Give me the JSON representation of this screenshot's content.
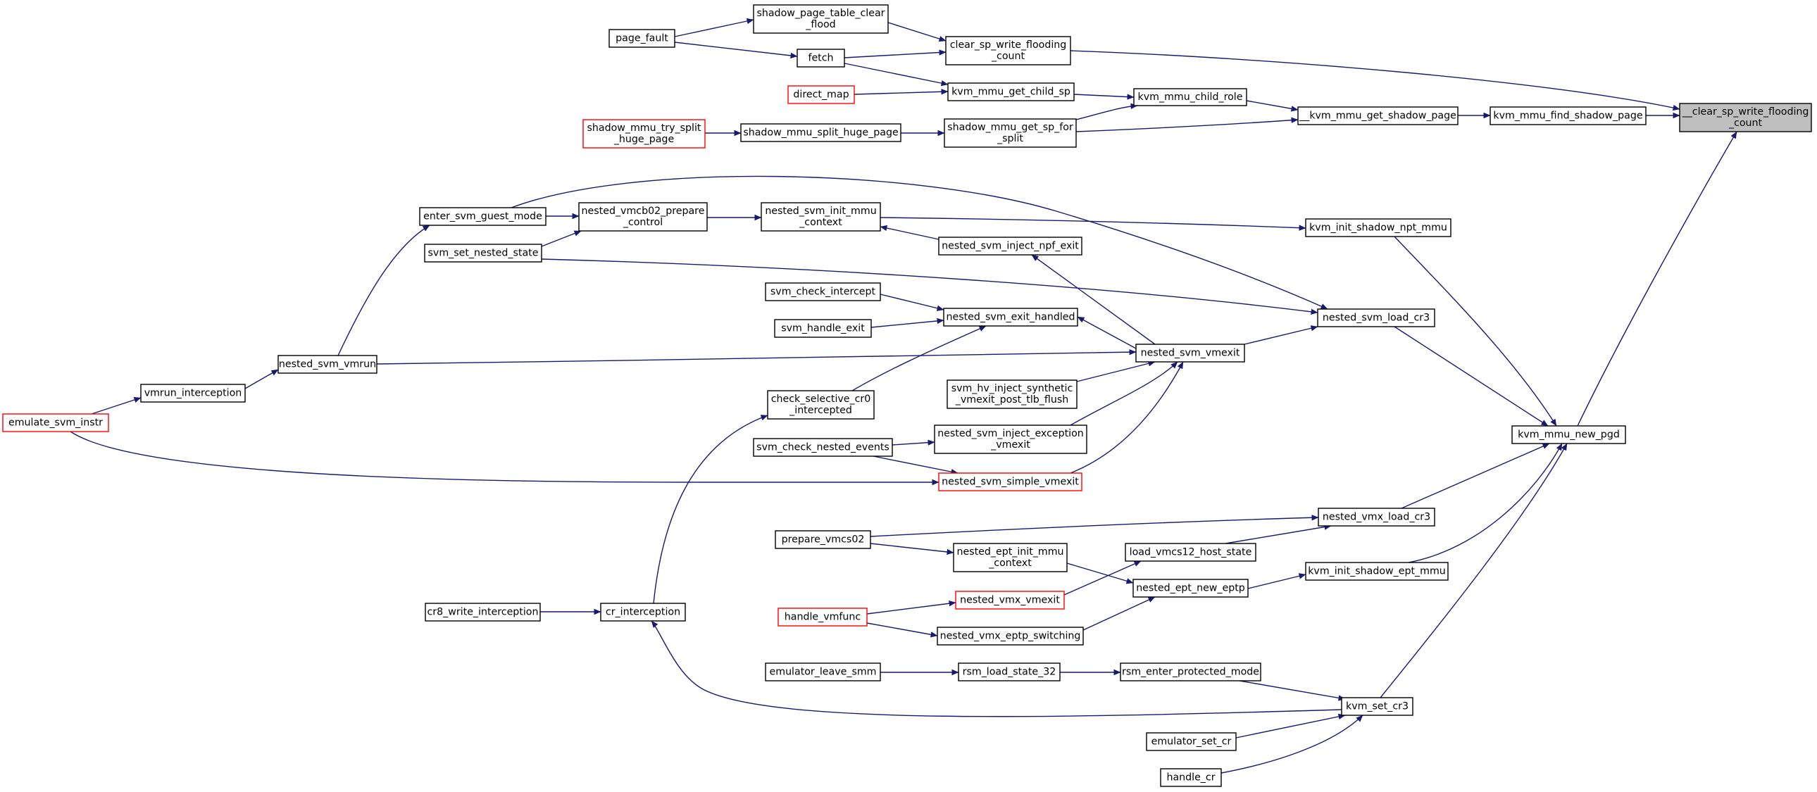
{
  "graph": {
    "colors": {
      "edge": "#191970",
      "box_border": "#000000",
      "truncated_border": "#ff0000",
      "highlight_fill": "#bfbfbf",
      "box_fill": "#ffffff"
    },
    "nodes": {
      "clear_sp_write_flooding_count_root": {
        "lines": [
          "__clear_sp_write_flooding",
          "_count"
        ],
        "style": "highlight"
      },
      "kvm_mmu_find_shadow_page": {
        "lines": [
          "kvm_mmu_find_shadow_page"
        ],
        "style": "normal"
      },
      "kvm_mmu_new_pgd": {
        "lines": [
          "kvm_mmu_new_pgd"
        ],
        "style": "normal"
      },
      "__kvm_mmu_get_shadow_page": {
        "lines": [
          "__kvm_mmu_get_shadow_page"
        ],
        "style": "normal"
      },
      "kvm_mmu_child_role": {
        "lines": [
          "kvm_mmu_child_role"
        ],
        "style": "normal"
      },
      "clear_sp_write_flooding_count": {
        "lines": [
          "clear_sp_write_flooding",
          "_count"
        ],
        "style": "normal"
      },
      "kvm_mmu_get_child_sp": {
        "lines": [
          "kvm_mmu_get_child_sp"
        ],
        "style": "normal"
      },
      "shadow_mmu_get_sp_for_split": {
        "lines": [
          "shadow_mmu_get_sp_for",
          "_split"
        ],
        "style": "normal"
      },
      "shadow_page_table_clear_flood": {
        "lines": [
          "shadow_page_table_clear",
          "_flood"
        ],
        "style": "normal"
      },
      "fetch": {
        "lines": [
          "fetch"
        ],
        "style": "normal"
      },
      "direct_map": {
        "lines": [
          "direct_map"
        ],
        "style": "truncated"
      },
      "shadow_mmu_split_huge_page": {
        "lines": [
          "shadow_mmu_split_huge_page"
        ],
        "style": "normal"
      },
      "page_fault": {
        "lines": [
          "page_fault"
        ],
        "style": "normal"
      },
      "shadow_mmu_try_split_huge_page": {
        "lines": [
          "shadow_mmu_try_split",
          "_huge_page"
        ],
        "style": "truncated"
      },
      "kvm_init_shadow_npt_mmu": {
        "lines": [
          "kvm_init_shadow_npt_mmu"
        ],
        "style": "normal"
      },
      "nested_svm_load_cr3": {
        "lines": [
          "nested_svm_load_cr3"
        ],
        "style": "normal"
      },
      "nested_vmx_load_cr3": {
        "lines": [
          "nested_vmx_load_cr3"
        ],
        "style": "normal"
      },
      "kvm_init_shadow_ept_mmu": {
        "lines": [
          "kvm_init_shadow_ept_mmu"
        ],
        "style": "normal"
      },
      "kvm_set_cr3": {
        "lines": [
          "kvm_set_cr3"
        ],
        "style": "normal"
      },
      "nested_svm_init_mmu_context": {
        "lines": [
          "nested_svm_init_mmu",
          "_context"
        ],
        "style": "normal"
      },
      "nested_vmcb02_prepare_control": {
        "lines": [
          "nested_vmcb02_prepare",
          "_control"
        ],
        "style": "normal"
      },
      "enter_svm_guest_mode": {
        "lines": [
          "enter_svm_guest_mode"
        ],
        "style": "normal"
      },
      "svm_set_nested_state": {
        "lines": [
          "svm_set_nested_state"
        ],
        "style": "normal"
      },
      "nested_svm_vmexit": {
        "lines": [
          "nested_svm_vmexit"
        ],
        "style": "normal"
      },
      "nested_svm_inject_npf_exit": {
        "lines": [
          "nested_svm_inject_npf_exit"
        ],
        "style": "normal"
      },
      "nested_svm_exit_handled": {
        "lines": [
          "nested_svm_exit_handled"
        ],
        "style": "normal"
      },
      "svm_check_intercept": {
        "lines": [
          "svm_check_intercept"
        ],
        "style": "normal"
      },
      "svm_handle_exit": {
        "lines": [
          "svm_handle_exit"
        ],
        "style": "normal"
      },
      "nested_svm_vmrun": {
        "lines": [
          "nested_svm_vmrun"
        ],
        "style": "normal"
      },
      "vmrun_interception": {
        "lines": [
          "vmrun_interception"
        ],
        "style": "normal"
      },
      "emulate_svm_instr": {
        "lines": [
          "emulate_svm_instr"
        ],
        "style": "truncated"
      },
      "svm_hv_inject_synthetic_vmexit_post_tlb_flush": {
        "lines": [
          "svm_hv_inject_synthetic",
          "_vmexit_post_tlb_flush"
        ],
        "style": "normal"
      },
      "check_selective_cr0_intercepted": {
        "lines": [
          "check_selective_cr0",
          "_intercepted"
        ],
        "style": "normal"
      },
      "nested_svm_inject_exception_vmexit": {
        "lines": [
          "nested_svm_inject_exception",
          "_vmexit"
        ],
        "style": "normal"
      },
      "svm_check_nested_events": {
        "lines": [
          "svm_check_nested_events"
        ],
        "style": "normal"
      },
      "nested_svm_simple_vmexit": {
        "lines": [
          "nested_svm_simple_vmexit"
        ],
        "style": "truncated"
      },
      "cr_interception": {
        "lines": [
          "cr_interception"
        ],
        "style": "normal"
      },
      "cr8_write_interception": {
        "lines": [
          "cr8_write_interception"
        ],
        "style": "normal"
      },
      "prepare_vmcs02": {
        "lines": [
          "prepare_vmcs02"
        ],
        "style": "normal"
      },
      "load_vmcs12_host_state": {
        "lines": [
          "load_vmcs12_host_state"
        ],
        "style": "normal"
      },
      "nested_ept_init_mmu_context": {
        "lines": [
          "nested_ept_init_mmu",
          "_context"
        ],
        "style": "normal"
      },
      "nested_ept_new_eptp": {
        "lines": [
          "nested_ept_new_eptp"
        ],
        "style": "normal"
      },
      "nested_vmx_vmexit": {
        "lines": [
          "nested_vmx_vmexit"
        ],
        "style": "truncated"
      },
      "handle_vmfunc": {
        "lines": [
          "handle_vmfunc"
        ],
        "style": "truncated"
      },
      "nested_vmx_eptp_switching": {
        "lines": [
          "nested_vmx_eptp_switching"
        ],
        "style": "normal"
      },
      "rsm_enter_protected_mode": {
        "lines": [
          "rsm_enter_protected_mode"
        ],
        "style": "normal"
      },
      "rsm_load_state_32": {
        "lines": [
          "rsm_load_state_32"
        ],
        "style": "normal"
      },
      "emulator_leave_smm": {
        "lines": [
          "emulator_leave_smm"
        ],
        "style": "normal"
      },
      "emulator_set_cr": {
        "lines": [
          "emulator_set_cr"
        ],
        "style": "normal"
      },
      "handle_cr": {
        "lines": [
          "handle_cr"
        ],
        "style": "normal"
      }
    },
    "edges": [
      [
        "kvm_mmu_find_shadow_page",
        "clear_sp_write_flooding_count_root"
      ],
      [
        "clear_sp_write_flooding_count",
        "clear_sp_write_flooding_count_root"
      ],
      [
        "kvm_mmu_new_pgd",
        "clear_sp_write_flooding_count_root"
      ],
      [
        "__kvm_mmu_get_shadow_page",
        "kvm_mmu_find_shadow_page"
      ],
      [
        "kvm_mmu_child_role",
        "__kvm_mmu_get_shadow_page"
      ],
      [
        "shadow_mmu_get_sp_for_split",
        "__kvm_mmu_get_shadow_page"
      ],
      [
        "kvm_mmu_get_child_sp",
        "kvm_mmu_child_role"
      ],
      [
        "shadow_mmu_get_sp_for_split",
        "kvm_mmu_child_role"
      ],
      [
        "shadow_page_table_clear_flood",
        "clear_sp_write_flooding_count"
      ],
      [
        "fetch",
        "clear_sp_write_flooding_count"
      ],
      [
        "fetch",
        "kvm_mmu_get_child_sp"
      ],
      [
        "direct_map",
        "kvm_mmu_get_child_sp"
      ],
      [
        "page_fault",
        "shadow_page_table_clear_flood"
      ],
      [
        "page_fault",
        "fetch"
      ],
      [
        "shadow_mmu_split_huge_page",
        "shadow_mmu_get_sp_for_split"
      ],
      [
        "shadow_mmu_try_split_huge_page",
        "shadow_mmu_split_huge_page"
      ],
      [
        "kvm_init_shadow_npt_mmu",
        "kvm_mmu_new_pgd"
      ],
      [
        "nested_svm_load_cr3",
        "kvm_mmu_new_pgd"
      ],
      [
        "nested_vmx_load_cr3",
        "kvm_mmu_new_pgd"
      ],
      [
        "kvm_init_shadow_ept_mmu",
        "kvm_mmu_new_pgd"
      ],
      [
        "kvm_set_cr3",
        "kvm_mmu_new_pgd"
      ],
      [
        "nested_svm_init_mmu_context",
        "kvm_init_shadow_npt_mmu"
      ],
      [
        "nested_svm_vmexit",
        "nested_svm_load_cr3"
      ],
      [
        "enter_svm_guest_mode",
        "nested_svm_load_cr3"
      ],
      [
        "svm_set_nested_state",
        "nested_svm_load_cr3"
      ],
      [
        "nested_vmcb02_prepare_control",
        "nested_svm_init_mmu_context"
      ],
      [
        "nested_svm_inject_npf_exit",
        "nested_svm_init_mmu_context"
      ],
      [
        "enter_svm_guest_mode",
        "nested_vmcb02_prepare_control"
      ],
      [
        "svm_set_nested_state",
        "nested_vmcb02_prepare_control"
      ],
      [
        "nested_svm_vmrun",
        "enter_svm_guest_mode"
      ],
      [
        "nested_svm_vmexit",
        "nested_svm_inject_npf_exit"
      ],
      [
        "nested_svm_vmexit",
        "nested_svm_exit_handled"
      ],
      [
        "svm_check_intercept",
        "nested_svm_exit_handled"
      ],
      [
        "svm_handle_exit",
        "nested_svm_exit_handled"
      ],
      [
        "check_selective_cr0_intercepted",
        "nested_svm_exit_handled"
      ],
      [
        "nested_svm_vmrun",
        "nested_svm_vmexit"
      ],
      [
        "svm_hv_inject_synthetic_vmexit_post_tlb_flush",
        "nested_svm_vmexit"
      ],
      [
        "nested_svm_inject_exception_vmexit",
        "nested_svm_vmexit"
      ],
      [
        "nested_svm_simple_vmexit",
        "nested_svm_vmexit"
      ],
      [
        "vmrun_interception",
        "nested_svm_vmrun"
      ],
      [
        "emulate_svm_instr",
        "vmrun_interception"
      ],
      [
        "emulate_svm_instr",
        "nested_svm_simple_vmexit"
      ],
      [
        "svm_check_nested_events",
        "nested_svm_inject_exception_vmexit"
      ],
      [
        "svm_check_nested_events",
        "nested_svm_simple_vmexit"
      ],
      [
        "cr_interception",
        "check_selective_cr0_intercepted"
      ],
      [
        "cr8_write_interception",
        "cr_interception"
      ],
      [
        "kvm_set_cr3",
        "cr_interception"
      ],
      [
        "load_vmcs12_host_state",
        "nested_vmx_load_cr3"
      ],
      [
        "prepare_vmcs02",
        "nested_vmx_load_cr3"
      ],
      [
        "nested_ept_new_eptp",
        "kvm_init_shadow_ept_mmu"
      ],
      [
        "nested_ept_init_mmu_context",
        "nested_ept_new_eptp"
      ],
      [
        "nested_vmx_eptp_switching",
        "nested_ept_new_eptp"
      ],
      [
        "prepare_vmcs02",
        "nested_ept_init_mmu_context"
      ],
      [
        "nested_vmx_vmexit",
        "load_vmcs12_host_state"
      ],
      [
        "handle_vmfunc",
        "nested_vmx_vmexit"
      ],
      [
        "handle_vmfunc",
        "nested_vmx_eptp_switching"
      ],
      [
        "rsm_enter_protected_mode",
        "kvm_set_cr3"
      ],
      [
        "rsm_load_state_32",
        "rsm_enter_protected_mode"
      ],
      [
        "emulator_leave_smm",
        "rsm_load_state_32"
      ],
      [
        "emulator_set_cr",
        "kvm_set_cr3"
      ],
      [
        "handle_cr",
        "kvm_set_cr3"
      ]
    ]
  }
}
